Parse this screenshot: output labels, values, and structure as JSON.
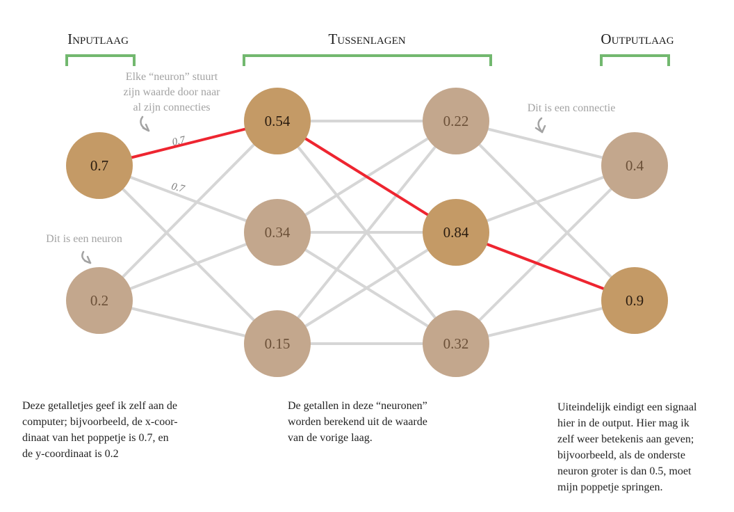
{
  "layers": [
    {
      "title": "Inputlaag"
    },
    {
      "title": "Tussenlagen"
    },
    {
      "title": "Outputlaag"
    }
  ],
  "nodes": {
    "input": [
      "0.7",
      "0.2"
    ],
    "hidden1": [
      "0.54",
      "0.34",
      "0.15"
    ],
    "hidden2": [
      "0.22",
      "0.84",
      "0.32"
    ],
    "output": [
      "0.4",
      "0.9"
    ]
  },
  "active_path": [
    "input.0",
    "hidden1.0",
    "hidden2.1",
    "output.1"
  ],
  "weights": {
    "w1": "0.7",
    "w2": "0.7"
  },
  "annotations": {
    "neuron_sends": [
      "Elke “neuron” stuurt",
      "zijn waarde door naar",
      "al zijn connecties"
    ],
    "connection": "Dit is een connectie",
    "neuron": "Dit is een neuron"
  },
  "descriptions": {
    "input": [
      "Deze getalletjes geef ik zelf aan de",
      "computer; bijvoorbeeld, de x-coor-",
      "dinaat van het poppetje is 0.7, en",
      "de y-coordinaat is 0.2"
    ],
    "hidden": [
      "De getallen in deze “neuronen”",
      "worden berekend uit de waarde",
      "van de vorige laag."
    ],
    "output": [
      "Uiteindelijk eindigt een signaal",
      "hier in de output. Hier mag ik",
      "zelf weer betekenis aan geven;",
      "bijvoorbeeld, als de onderste",
      "neuron groter is dan 0.5, moet",
      "mijn poppetje springen."
    ]
  },
  "colors": {
    "active_node": "#c49a66",
    "inactive_node": "#c3a78d",
    "active_text": "#2a1c10",
    "inactive_text": "#6b5038",
    "connection": "#d6d6d6",
    "active_connection": "#ee2530",
    "bracket": "#72b86f",
    "annotation": "#a3a3a3"
  }
}
